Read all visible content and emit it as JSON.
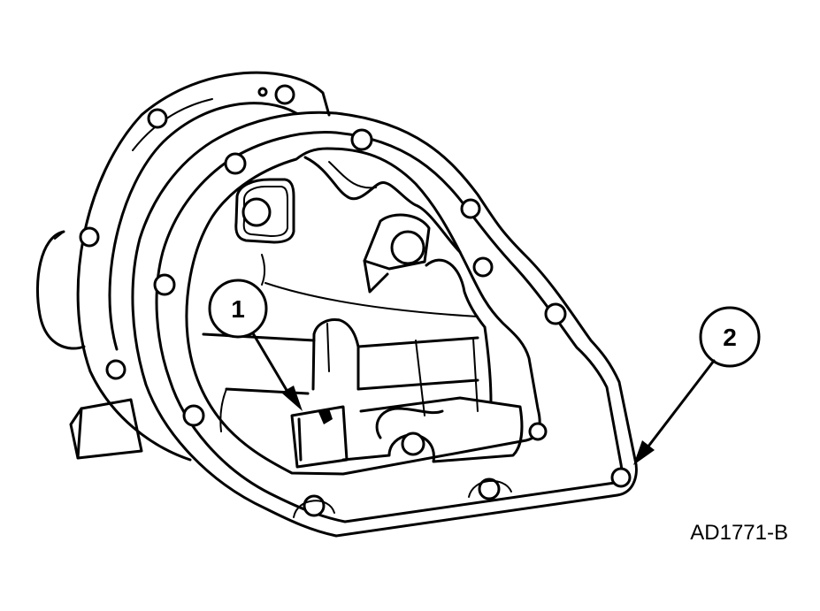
{
  "callouts": [
    {
      "label": "1"
    },
    {
      "label": "2"
    }
  ],
  "figure_id": "AD1771-B",
  "colors": {
    "ink": "#000000",
    "paper": "#ffffff"
  }
}
